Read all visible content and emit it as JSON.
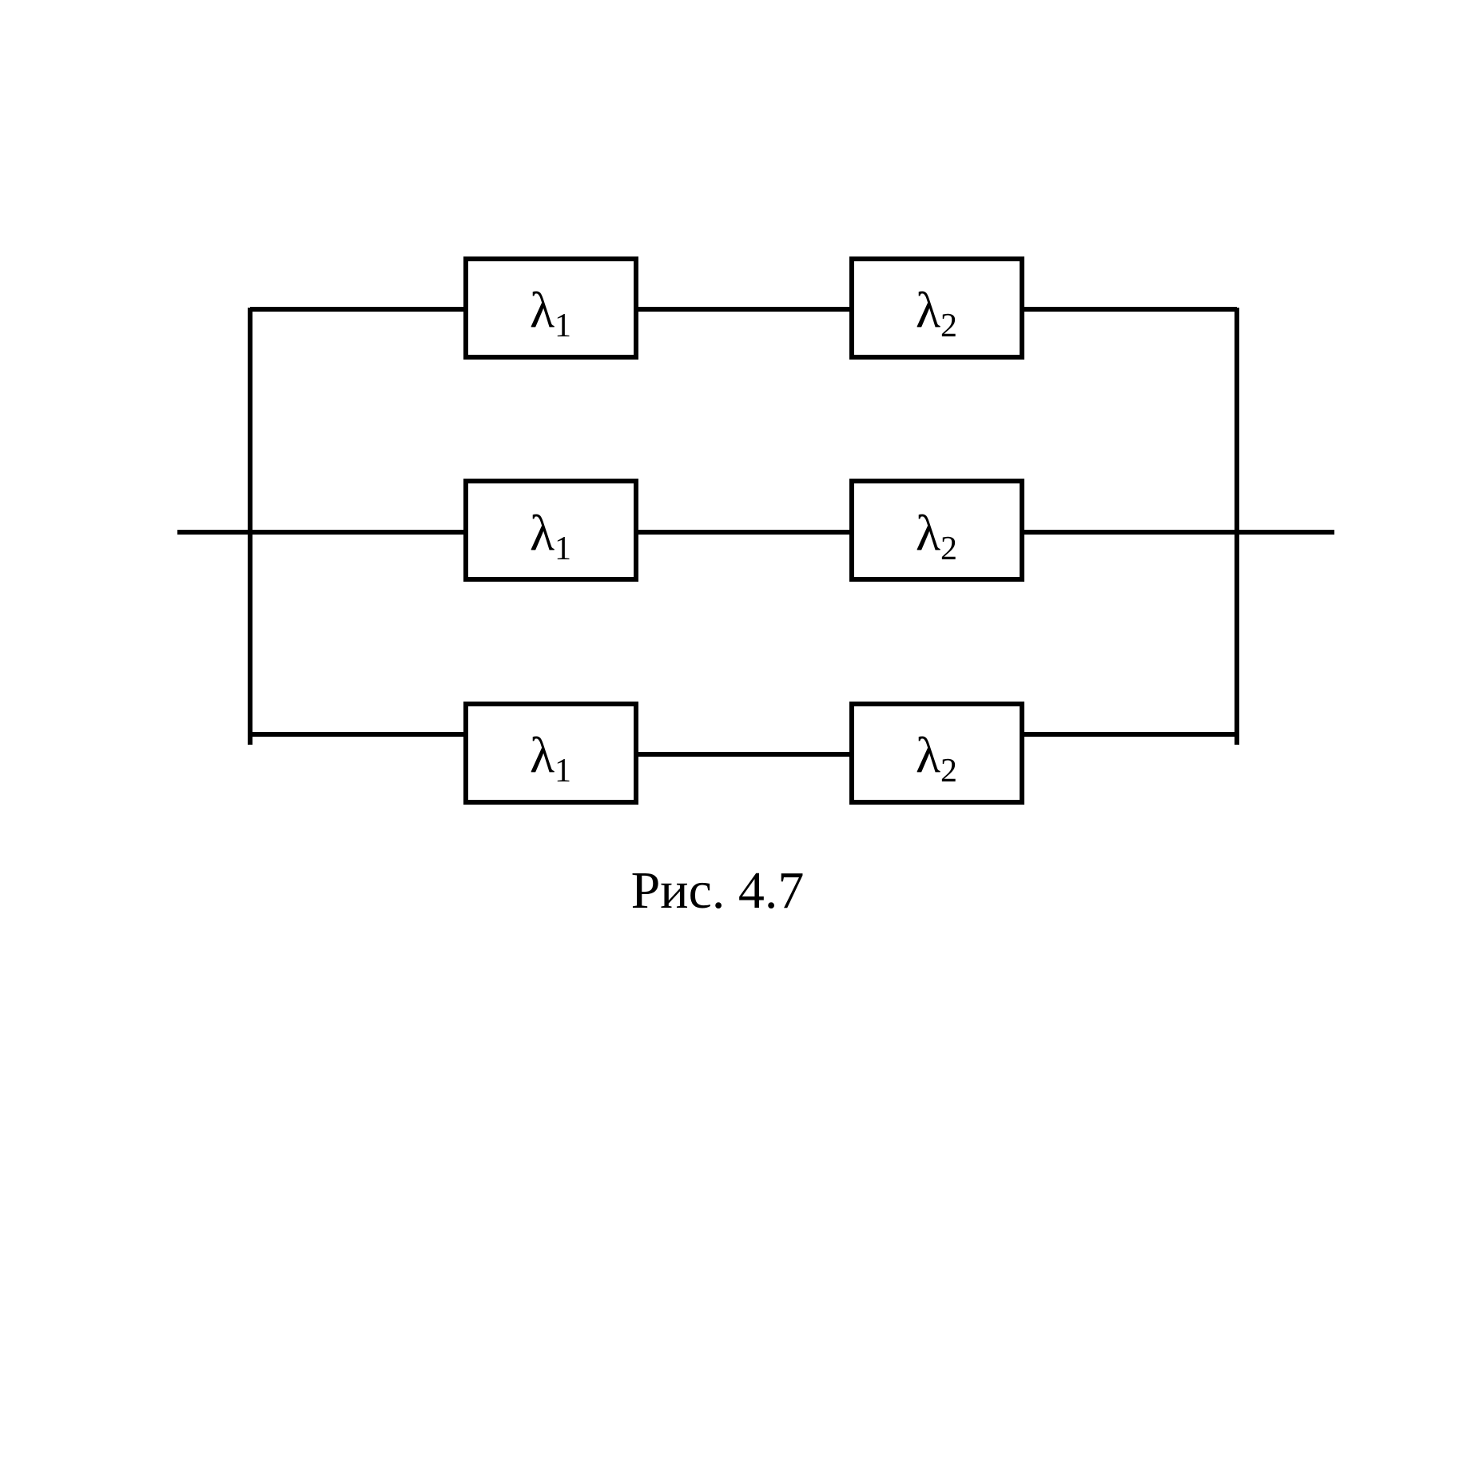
{
  "diagram": {
    "caption": "Рис. 4.7",
    "branches": [
      {
        "blocks": [
          {
            "symbol": "λ",
            "subscript": "1"
          },
          {
            "symbol": "λ",
            "subscript": "2"
          }
        ]
      },
      {
        "blocks": [
          {
            "symbol": "λ",
            "subscript": "1"
          },
          {
            "symbol": "λ",
            "subscript": "2"
          }
        ]
      },
      {
        "blocks": [
          {
            "symbol": "λ",
            "subscript": "1"
          },
          {
            "symbol": "λ",
            "subscript": "2"
          }
        ]
      }
    ],
    "colors": {
      "stroke": "#000000",
      "background": "#ffffff"
    }
  }
}
